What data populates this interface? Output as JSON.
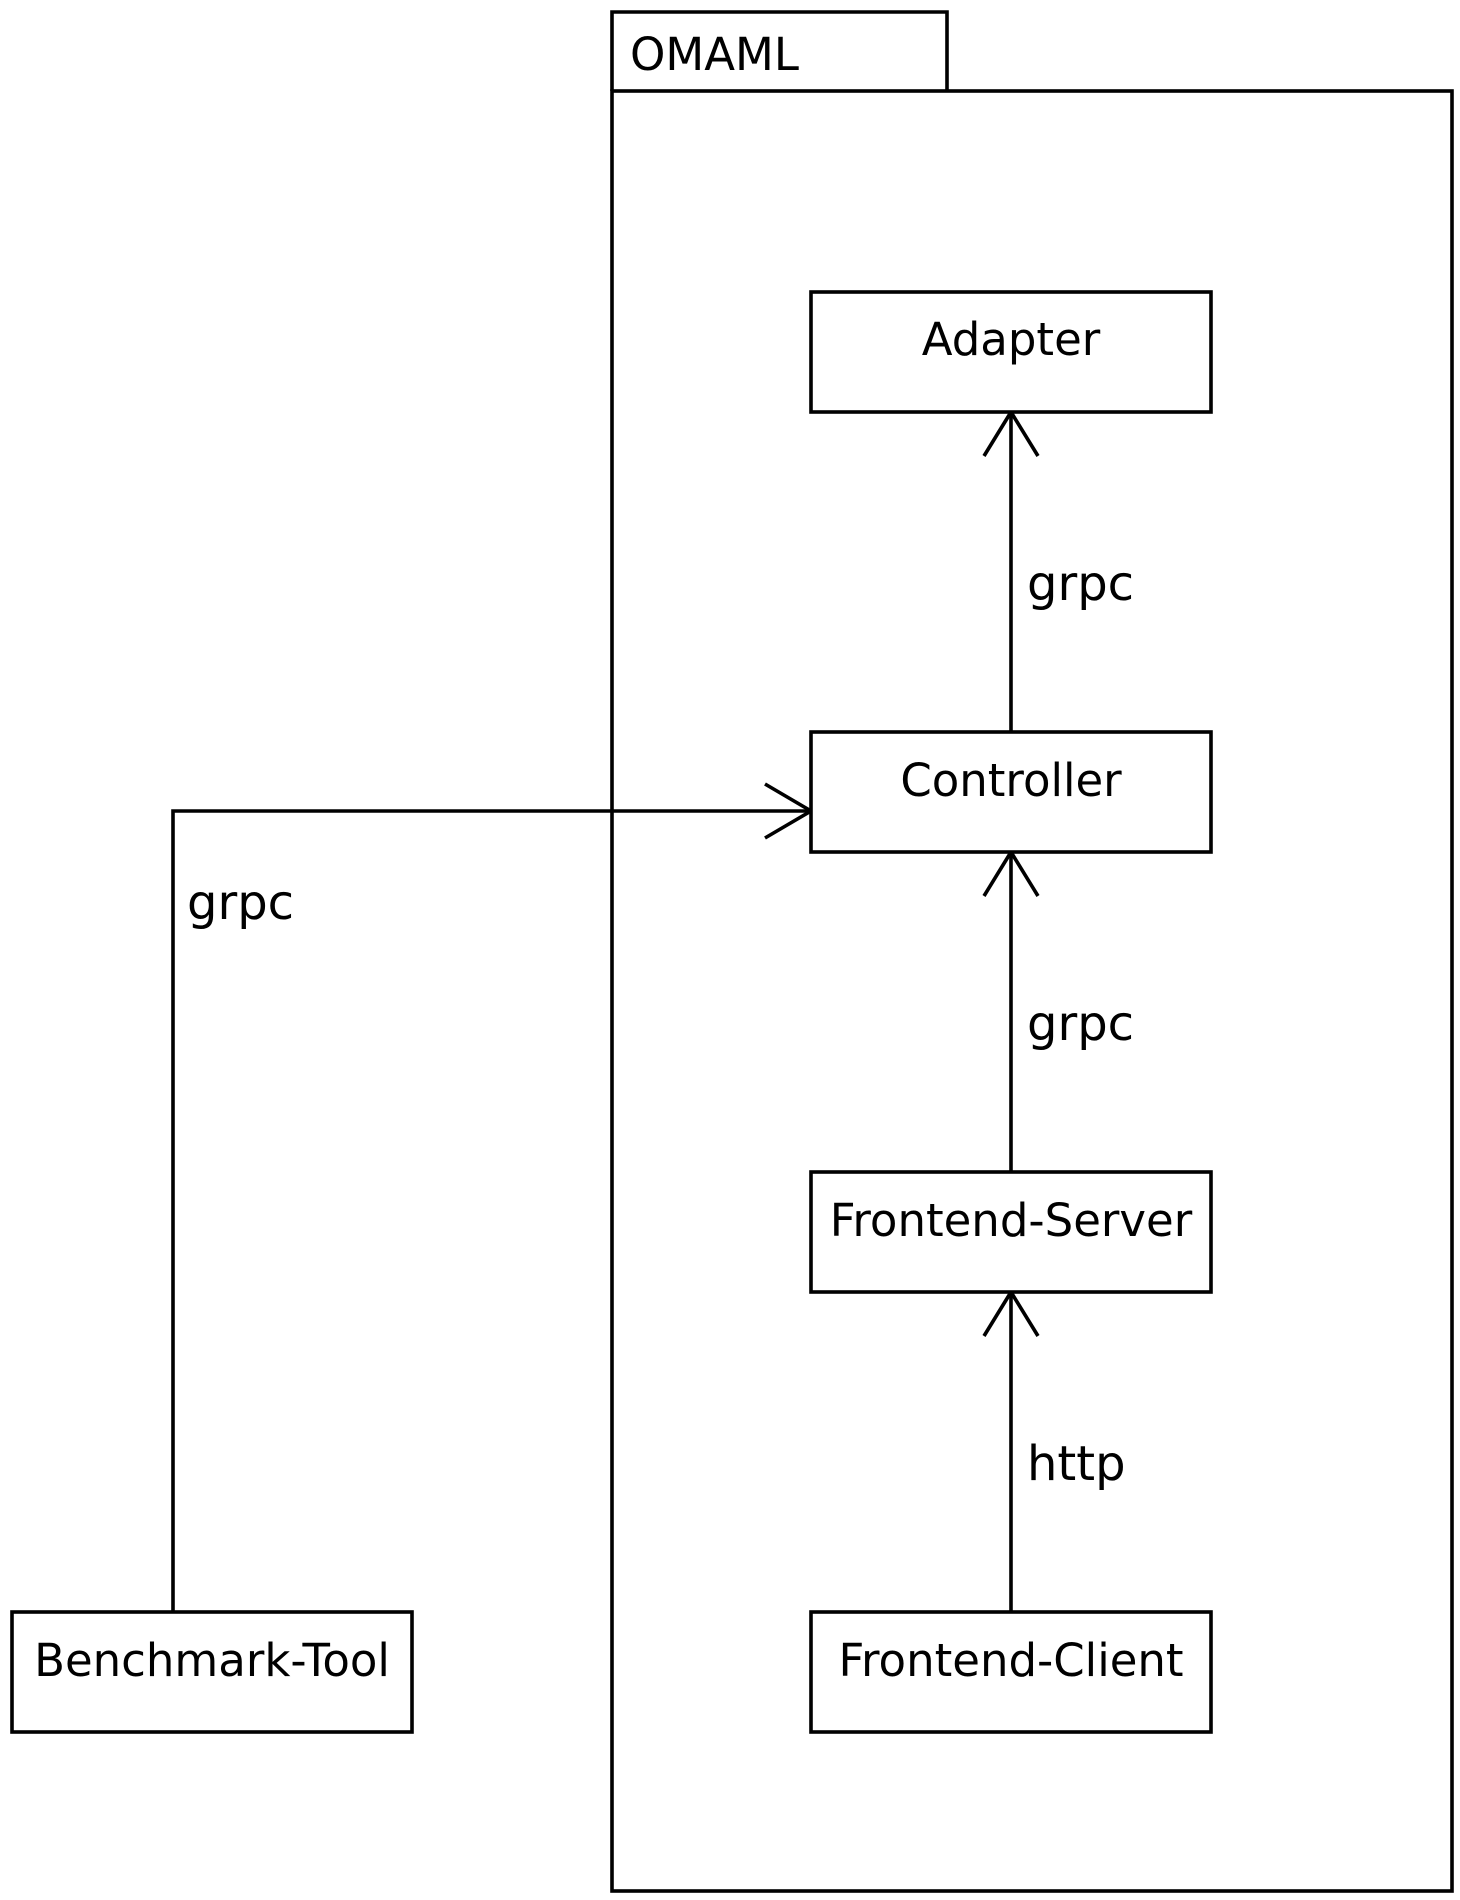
{
  "package": {
    "name": "OMAML"
  },
  "nodes": {
    "adapter": "Adapter",
    "controller": "Controller",
    "frontend_server": "Frontend-Server",
    "frontend_client": "Frontend-Client",
    "benchmark_tool": "Benchmark-Tool"
  },
  "edges": {
    "controller_to_adapter": "grpc",
    "frontend_server_to_controller": "grpc",
    "frontend_client_to_frontend_server": "http",
    "benchmark_tool_to_controller": "grpc"
  }
}
